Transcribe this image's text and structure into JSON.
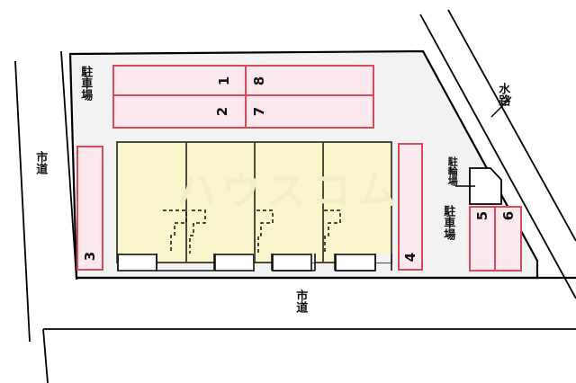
{
  "plan": {
    "watermark": "ハウスコム",
    "colors": {
      "lot_fill": "#f2f2f2",
      "lot_stroke": "#000000",
      "parking_fill": "#fce8ef",
      "parking_stroke": "#d94a5a",
      "building_fill": "#faf5ca",
      "building_stroke": "#3a3a28",
      "bicycle_fill": "#ffffff",
      "road_stroke": "#000000",
      "text": "#111111"
    }
  },
  "roads": {
    "west_label": "市道",
    "south_label": "市道",
    "northeast_label": "水路"
  },
  "areas": {
    "parking_north_label": "駐車場",
    "parking_east_label": "駐車場",
    "bicycle_label": "駐輪場"
  },
  "parking_stalls": [
    {
      "id": "stall-1",
      "number": "1",
      "group": "north-row-top-left"
    },
    {
      "id": "stall-8",
      "number": "8",
      "group": "north-row-top-right"
    },
    {
      "id": "stall-2",
      "number": "2",
      "group": "north-row-bottom-left"
    },
    {
      "id": "stall-7",
      "number": "7",
      "group": "north-row-bottom-right"
    },
    {
      "id": "stall-3",
      "number": "3",
      "group": "west-side"
    },
    {
      "id": "stall-4",
      "number": "4",
      "group": "east-side"
    },
    {
      "id": "stall-5",
      "number": "5",
      "group": "southeast-left"
    },
    {
      "id": "stall-6",
      "number": "6",
      "group": "southeast-right"
    }
  ],
  "building": {
    "unit_count": 4,
    "units": [
      "unit-a",
      "unit-b",
      "unit-c",
      "unit-d"
    ]
  }
}
